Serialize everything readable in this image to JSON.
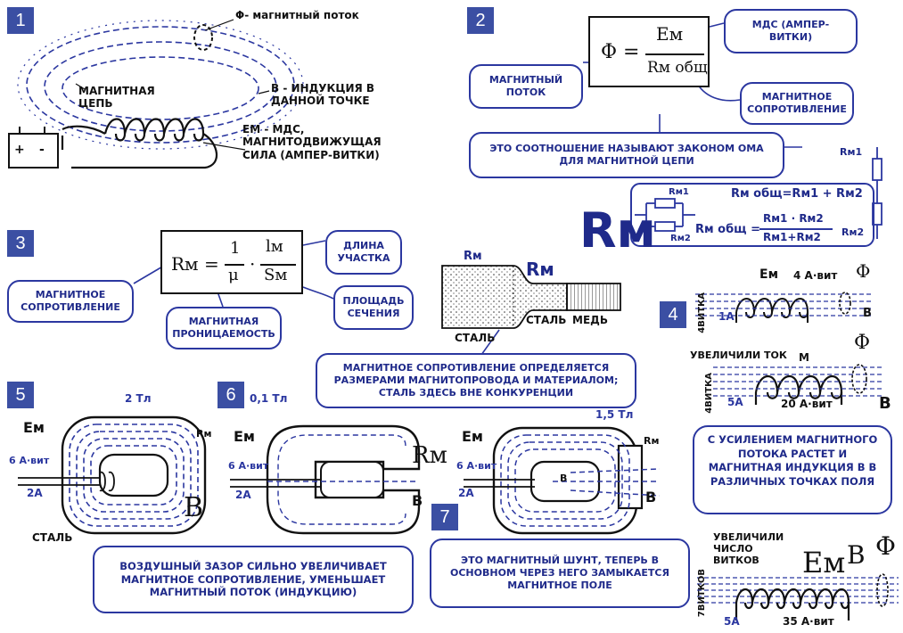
{
  "panels": {
    "p1": {
      "number": "1",
      "flux_label": "Φ- магнитный поток",
      "circuit_label": "магнитная цепь",
      "induction_label": "B - индукция в данной точке",
      "mds_label": "Eм - МДС, магнитодвижущая сила (ампер-витки)",
      "battery_plus": "+",
      "battery_minus": "-"
    },
    "p2": {
      "number": "2",
      "formula_lhs": "Φ =",
      "formula_num": "Eм",
      "formula_den": "Rм общ",
      "mds_bubble": "МДС (ампер-витки)",
      "flux_bubble": "магнитный поток",
      "resistance_bubble": "магнитное сопротивление",
      "ohm_bubble": "Это соотношение называют законом Ома для магнитной цепи",
      "series_formula": "Rм общ=Rм1 + Rм2",
      "parallel_lhs": "Rм общ =",
      "parallel_num": "Rм1 · Rм2",
      "parallel_den": "Rм1+Rм2",
      "r1_a": "Rм1",
      "r2_a": "Rм2",
      "r1_b": "Rм1",
      "r2_b": "Rм2"
    },
    "p3": {
      "number": "3",
      "formula_lhs": "Rм =",
      "formula_frac_num": "1",
      "formula_frac_den": "μ",
      "formula_dot": "·",
      "formula_l": "lм",
      "formula_s": "Sм",
      "length_bubble": "длина участка",
      "area_bubble": "площадь сечения",
      "resistance_bubble": "магнитное сопротивление",
      "permeability_bubble": "магнитная проницаемость",
      "rm_small": "Rм",
      "rm_mid": "Rм",
      "rm_big": "Rм",
      "steel_label": "сталь",
      "steel2_label": "сталь",
      "copper_label": "медь",
      "size_bubble": "Магнитное сопротивление определяется размерами магнитопровода и материалом; сталь здесь вне конкуренции"
    },
    "p4": {
      "number": "4",
      "em": "Eм",
      "av1": "4 А·вит",
      "phi1": "Φ",
      "turns1": "4витка",
      "current1": "1А",
      "b1": "B",
      "increased_current": "увеличили ток",
      "m": "м",
      "phi2": "Φ",
      "turns2": "4витка",
      "current2": "5А",
      "av2": "20 А·вит",
      "b2": "B",
      "bubble": "С усилением магнитного потока растет и магнитная индукция B в различных точках поля",
      "increased_turns": "увеличили число витков",
      "em3": "Eм",
      "b3": "B",
      "phi3": "Φ",
      "turns3": "7витков",
      "current3": "5А",
      "av3": "35 А·вит"
    },
    "p5": {
      "number": "5",
      "em": "Eм",
      "av": "6 А·вит",
      "current": "2А",
      "tesla": "2 Тл",
      "rm": "Rм",
      "b": "B",
      "steel": "сталь"
    },
    "p6": {
      "number": "6",
      "em": "Eм",
      "av": "6 А·вит",
      "current": "2А",
      "tesla": "0,1 Тл",
      "rm": "Rм",
      "b": "B",
      "bubble": "Воздушный зазор сильно увеличивает магнитное сопротивление, уменьшает магнитный поток (индукцию)"
    },
    "p7": {
      "number": "7",
      "em": "Eм",
      "av": "6 А·вит",
      "current": "2А",
      "tesla": "1,5 Тл",
      "rm": "Rм",
      "b_inner": "B",
      "b": "B",
      "bubble": "Это магнитный шунт, теперь в основном через него замыкается магнитное поле"
    }
  },
  "colors": {
    "ink_blue": "#2b37a0",
    "ink_black": "#111111",
    "badge": "#3b4fa3"
  }
}
